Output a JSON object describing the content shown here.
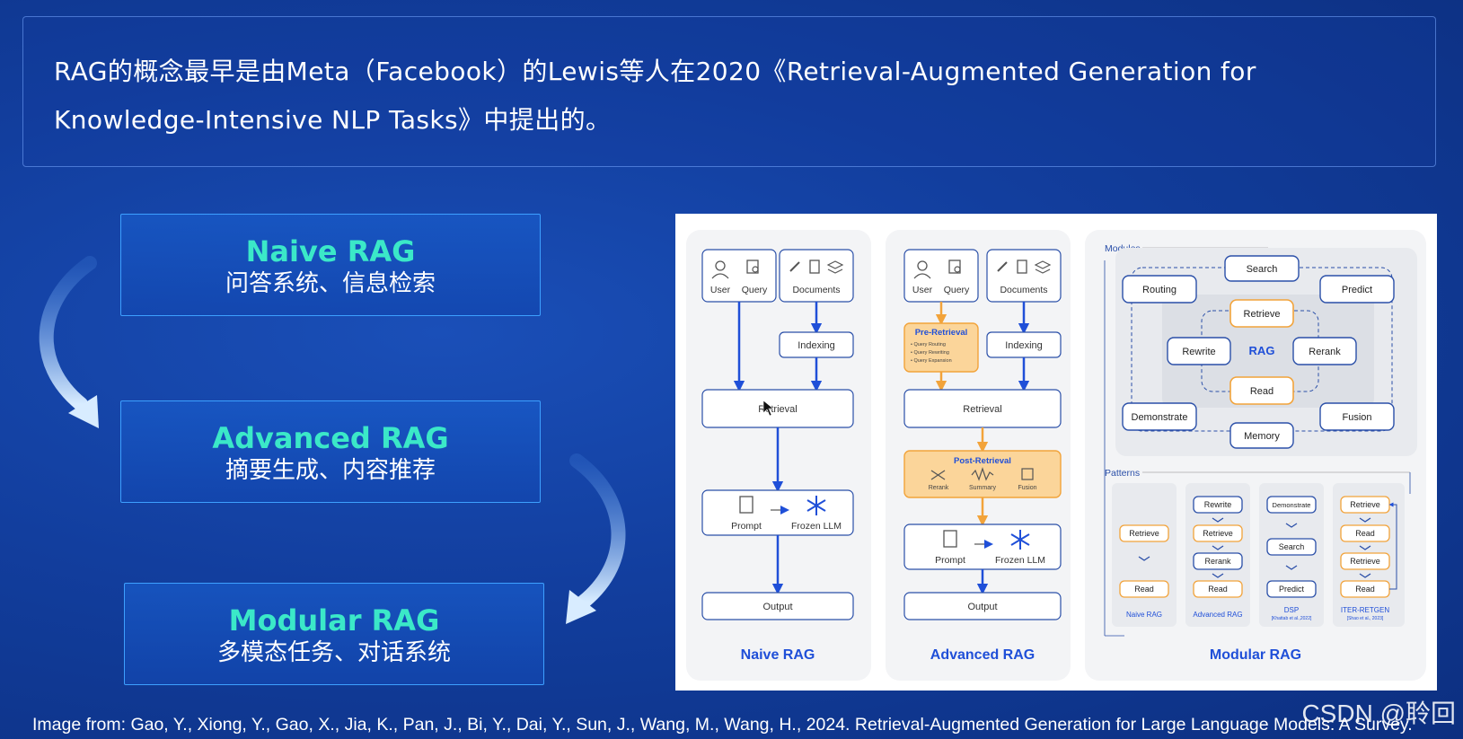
{
  "intro": {
    "line1": "RAG的概念最早是由Meta（Facebook）的Lewis等人在2020《Retrieval-Augmented Generation for",
    "line2": "Knowledge-Intensive NLP Tasks》中提出的。"
  },
  "stages": [
    {
      "title": "Naive RAG",
      "subtitle": "问答系统、信息检索"
    },
    {
      "title": "Advanced RAG",
      "subtitle": "摘要生成、内容推荐"
    },
    {
      "title": "Modular RAG",
      "subtitle": "多模态任务、对话系统"
    }
  ],
  "diagram": {
    "naive": {
      "user": "User",
      "query": "Query",
      "documents": "Documents",
      "indexing": "Indexing",
      "retrieval": "Retrieval",
      "prompt": "Prompt",
      "frozen_llm": "Frozen LLM",
      "output": "Output",
      "label": "Naive RAG"
    },
    "advanced": {
      "user": "User",
      "query": "Query",
      "documents": "Documents",
      "pre_retrieval": "Pre-Retrieval",
      "pre_items": [
        "• Query Routing",
        "• Query Rewriting",
        "• Query Expansion"
      ],
      "indexing": "Indexing",
      "retrieval": "Retrieval",
      "post_retrieval": "Post-Retrieval",
      "post_items": [
        "Rerank",
        "Summary",
        "Fusion"
      ],
      "prompt": "Prompt",
      "frozen_llm": "Frozen LLM",
      "output": "Output",
      "label": "Advanced RAG"
    },
    "modular": {
      "modules_label": "Modules",
      "modules": {
        "search": "Search",
        "routing": "Routing",
        "predict": "Predict",
        "retrieve": "Retrieve",
        "rewrite": "Rewrite",
        "rag": "RAG",
        "rerank": "Rerank",
        "read": "Read",
        "demonstrate": "Demonstrate",
        "fusion": "Fusion",
        "memory": "Memory"
      },
      "patterns_label": "Patterns",
      "patterns": [
        {
          "steps": [
            "Retrieve",
            "Read"
          ],
          "name": "Naive RAG",
          "cite": ""
        },
        {
          "steps": [
            "Rewrite",
            "Retrieve",
            "Rerank",
            "Read"
          ],
          "name": "Advanced RAG",
          "cite": ""
        },
        {
          "steps": [
            "Demonstrate",
            "Search",
            "Predict"
          ],
          "name": "DSP",
          "cite": "[Khattab et al.,2022]"
        },
        {
          "steps": [
            "Retrieve",
            "Read",
            "Retrieve",
            "Read"
          ],
          "name": "ITER-RETGEN",
          "cite": "[Shao et al., 2023]"
        }
      ],
      "label": "Modular RAG"
    }
  },
  "citation": "Image from: Gao, Y., Xiong, Y., Gao, X., Jia, K., Pan, J., Bi, Y., Dai, Y., Sun, J., Wang, M., Wang, H., 2024. Retrieval-Augmented Generation for Large Language Models: A Survey.",
  "watermark": "CSDN @聆回",
  "colors": {
    "accent_teal": "#3be8c8",
    "diagram_blue": "#1f4fd8",
    "orange": "#f2a33a",
    "orange_fill": "#fbd59a"
  }
}
